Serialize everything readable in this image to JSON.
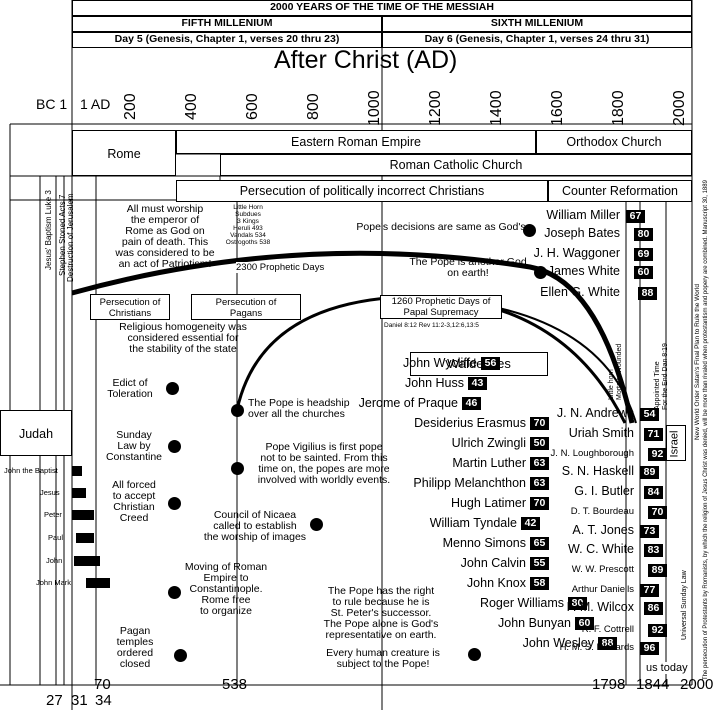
{
  "header": {
    "title": "2000 YEARS OF THE TIME OF THE MESSIAH",
    "left_millennium": "FIFTH MILLENIUM",
    "right_millennium": "SIXTH MILLENIUM",
    "left_day": "Day 5 (Genesis, Chapter 1, verses 20 thru 23)",
    "right_day": "Day 6 (Genesis, Chapter 1, verses 24 thru 31)",
    "era": "After Christ (AD)"
  },
  "axis": {
    "bc_label": "BC 1",
    "ad_label": "1 AD",
    "ticks": [
      "200",
      "400",
      "600",
      "800",
      "1000",
      "1200",
      "1400",
      "1600",
      "1800",
      "2000"
    ],
    "bottom": {
      "y27": "27",
      "y31": "31",
      "y34": "34",
      "y70": "70",
      "y538": "538",
      "y1798": "1798",
      "y1844": "1844",
      "y2000": "2000"
    }
  },
  "bands": {
    "rome": "Rome",
    "eastern_roman_empire": "Eastern Roman Empire",
    "orthodox_church": "Orthodox Church",
    "roman_catholic_church": "Roman Catholic Church",
    "persecution": "Persecution of politically incorrect Christians",
    "counter_reformation": "Counter Reformation",
    "judah": "Judah",
    "israel": "Israel",
    "waldenses": "Waldenses",
    "persecution_christians": "Persecution of\nChristians",
    "persecution_pagans": "Persecution of\nPagans"
  },
  "prophecy": {
    "days_2300": "2300 Prophetic Days",
    "days_1260": "1260 Prophetic Days of\nPapal Supremacy",
    "refs_1260": "Daniel 8:12 Rev 11:2-3,12:6,13:5"
  },
  "judah_people": [
    "John the Baptist",
    "Jesus",
    "Peter",
    "Paul",
    "John",
    "John Mark"
  ],
  "early_labels": {
    "jesus_baptism": "Jesus' Baptism Luke 3",
    "stephen": "Stephen Stoned Acts 7",
    "jerusalem": "Destruction of Jerusalem",
    "kings": "Little Horn\nSubdues\n3 Kings\nHeruli 493\nVandals 534\nOstrogoths 538"
  },
  "notes": {
    "emperor_worship": "All must worship\nthe emperor of\nRome as God on\npain of death. This\nwas considered to be\nan act of Patriotism!",
    "homogeneity": "Religious homogeneity was\nconsidered essential for\nthe stability of the state",
    "edict": "Edict of\nToleration",
    "sunday_law": "Sunday\nLaw by\nConstantine",
    "all_forced": "All forced\nto accept\nChristian\nCreed",
    "moving_empire": "Moving of Roman\nEmpire to\nConstantinople.\nRome free\nto organize",
    "pagan_temples": "Pagan temples\nordered\nclosed",
    "pope_headship": "The Pope is headship\nover all the churches",
    "vigilius": "Pope Vigilius is first pope\nnot to be sainted. From this\ntime on, the popes are more\ninvolved with worldly events.",
    "nicaea": "Council of Nicaea\ncalled to establish\nthe worship of images",
    "pope_decisions": "Pope's decisions are same as God's",
    "pope_god": "The Pope is another God\non earth!",
    "pope_right": "The Pope has the right\nto rule because he is\nSt. Peter's successor.\nThe Pope alone is God's\nrepresentative on earth.",
    "every_creature": "Every human creature is\nsubject to the Pope!",
    "little_horn": "Little horn\nMortally Wounded",
    "appointed_time": "Appointed Time\nFor the End Dan 8:19",
    "new_world_order": "New World Order Satan's Final Plan to Rule the World",
    "persecution_romanists": "The persecution of Protestants by Romanists, by which the religion of Jesus Christ was denied, will be more than rivaled when protestantism and popery are combined. Manuscript 30, 1889",
    "sunday_law_universal": "Universal Sunday Law"
  },
  "reformers": [
    {
      "name": "John Wycliffe",
      "badge": "56"
    },
    {
      "name": "John Huss",
      "badge": "43"
    },
    {
      "name": "Jerome of Praque",
      "badge": "46"
    },
    {
      "name": "Desiderius Erasmus",
      "badge": "70"
    },
    {
      "name": "Ulrich Zwingli",
      "badge": "50"
    },
    {
      "name": "Martin Luther",
      "badge": "63"
    },
    {
      "name": "Philipp Melanchthon",
      "badge": "63"
    },
    {
      "name": "Hugh Latimer",
      "badge": "70"
    },
    {
      "name": "William Tyndale",
      "badge": "42"
    },
    {
      "name": "Menno Simons",
      "badge": "65"
    },
    {
      "name": "John Calvin",
      "badge": "55"
    },
    {
      "name": "John Knox",
      "badge": "58"
    },
    {
      "name": "Roger Williams",
      "badge": "80"
    },
    {
      "name": "John Bunyan",
      "badge": "60"
    },
    {
      "name": "John Wesley",
      "badge": "88"
    }
  ],
  "pioneers_top": [
    {
      "name": "William Miller",
      "badge": "67"
    },
    {
      "name": "Joseph Bates",
      "badge": "80"
    },
    {
      "name": "J. H. Waggoner",
      "badge": "69"
    },
    {
      "name": "James White",
      "badge": "60"
    },
    {
      "name": "Ellen G. White",
      "badge": "88"
    }
  ],
  "pioneers": [
    {
      "name": "J. N. Andrews",
      "badge": "54"
    },
    {
      "name": "Uriah Smith",
      "badge": "71"
    },
    {
      "name": "J. N. Loughborough",
      "badge": "92"
    },
    {
      "name": "S. N. Haskell",
      "badge": "89"
    },
    {
      "name": "G. I. Butler",
      "badge": "84"
    },
    {
      "name": "D. T. Bourdeau",
      "badge": "70"
    },
    {
      "name": "A. T. Jones",
      "badge": "73"
    },
    {
      "name": "W. C. White",
      "badge": "83"
    },
    {
      "name": "W. W. Prescott",
      "badge": "89"
    },
    {
      "name": "Arthur Daniells",
      "badge": "77"
    },
    {
      "name": "F. M. Wilcox",
      "badge": "86"
    },
    {
      "name": "R. F. Cottrell",
      "badge": "92"
    },
    {
      "name": "H. M. S. Richards",
      "badge": "96"
    }
  ],
  "us_today": "us today"
}
